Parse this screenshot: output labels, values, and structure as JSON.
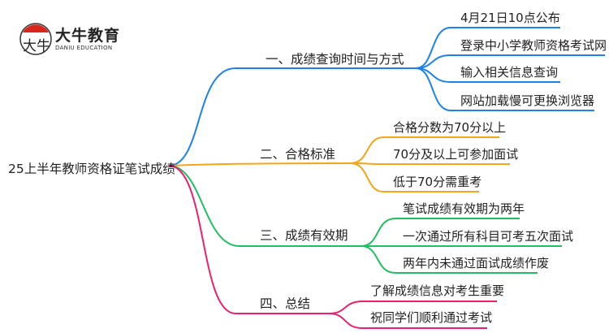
{
  "logo": {
    "name": "大牛教育",
    "subtitle": "DANIU EDUCATION",
    "mark": "大牛"
  },
  "root": "25上半年教师资格证笔试成绩",
  "colors": {
    "blue": "#1b82f0",
    "orange": "#f5a515",
    "green": "#1fbf63",
    "pink": "#ee1f6f"
  },
  "branches": [
    {
      "label": "一、成绩查询时间与方式",
      "children": [
        "4月21日10点公布",
        "登录中小学教师资格考试网",
        "输入相关信息查询",
        "网站加载慢可更换浏览器"
      ]
    },
    {
      "label": "二、合格标准",
      "children": [
        "合格分数为70分以上",
        "70分及以上可参加面试",
        "低于70分需重考"
      ]
    },
    {
      "label": "三、成绩有效期",
      "children": [
        "笔试成绩有效期为两年",
        "一次通过所有科目可考五次面试",
        "两年内未通过面试成绩作废"
      ]
    },
    {
      "label": "四、总结",
      "children": [
        "了解成绩信息对考生重要",
        "祝同学们顺利通过考试"
      ]
    }
  ]
}
